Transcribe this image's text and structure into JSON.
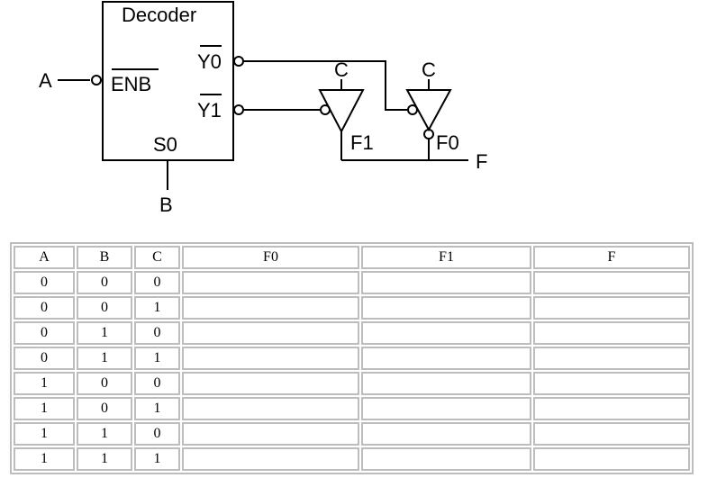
{
  "circuit": {
    "decoder_title": "Decoder",
    "pin_y0": "Y0",
    "pin_y1": "Y1",
    "pin_enb": "ENB",
    "pin_s0": "S0",
    "input_a": "A",
    "input_b": "B",
    "gate1_control": "C",
    "gate2_control": "C",
    "gate1_output": "F1",
    "gate2_output": "F0",
    "output_f": "F"
  },
  "truth_table": {
    "headers": [
      "A",
      "B",
      "C",
      "F0",
      "F1",
      "F"
    ],
    "rows": [
      [
        "0",
        "0",
        "0",
        "",
        "",
        ""
      ],
      [
        "0",
        "0",
        "1",
        "",
        "",
        ""
      ],
      [
        "0",
        "1",
        "0",
        "",
        "",
        ""
      ],
      [
        "0",
        "1",
        "1",
        "",
        "",
        ""
      ],
      [
        "1",
        "0",
        "0",
        "",
        "",
        ""
      ],
      [
        "1",
        "0",
        "1",
        "",
        "",
        ""
      ],
      [
        "1",
        "1",
        "0",
        "",
        "",
        ""
      ],
      [
        "1",
        "1",
        "1",
        "",
        "",
        ""
      ]
    ]
  }
}
